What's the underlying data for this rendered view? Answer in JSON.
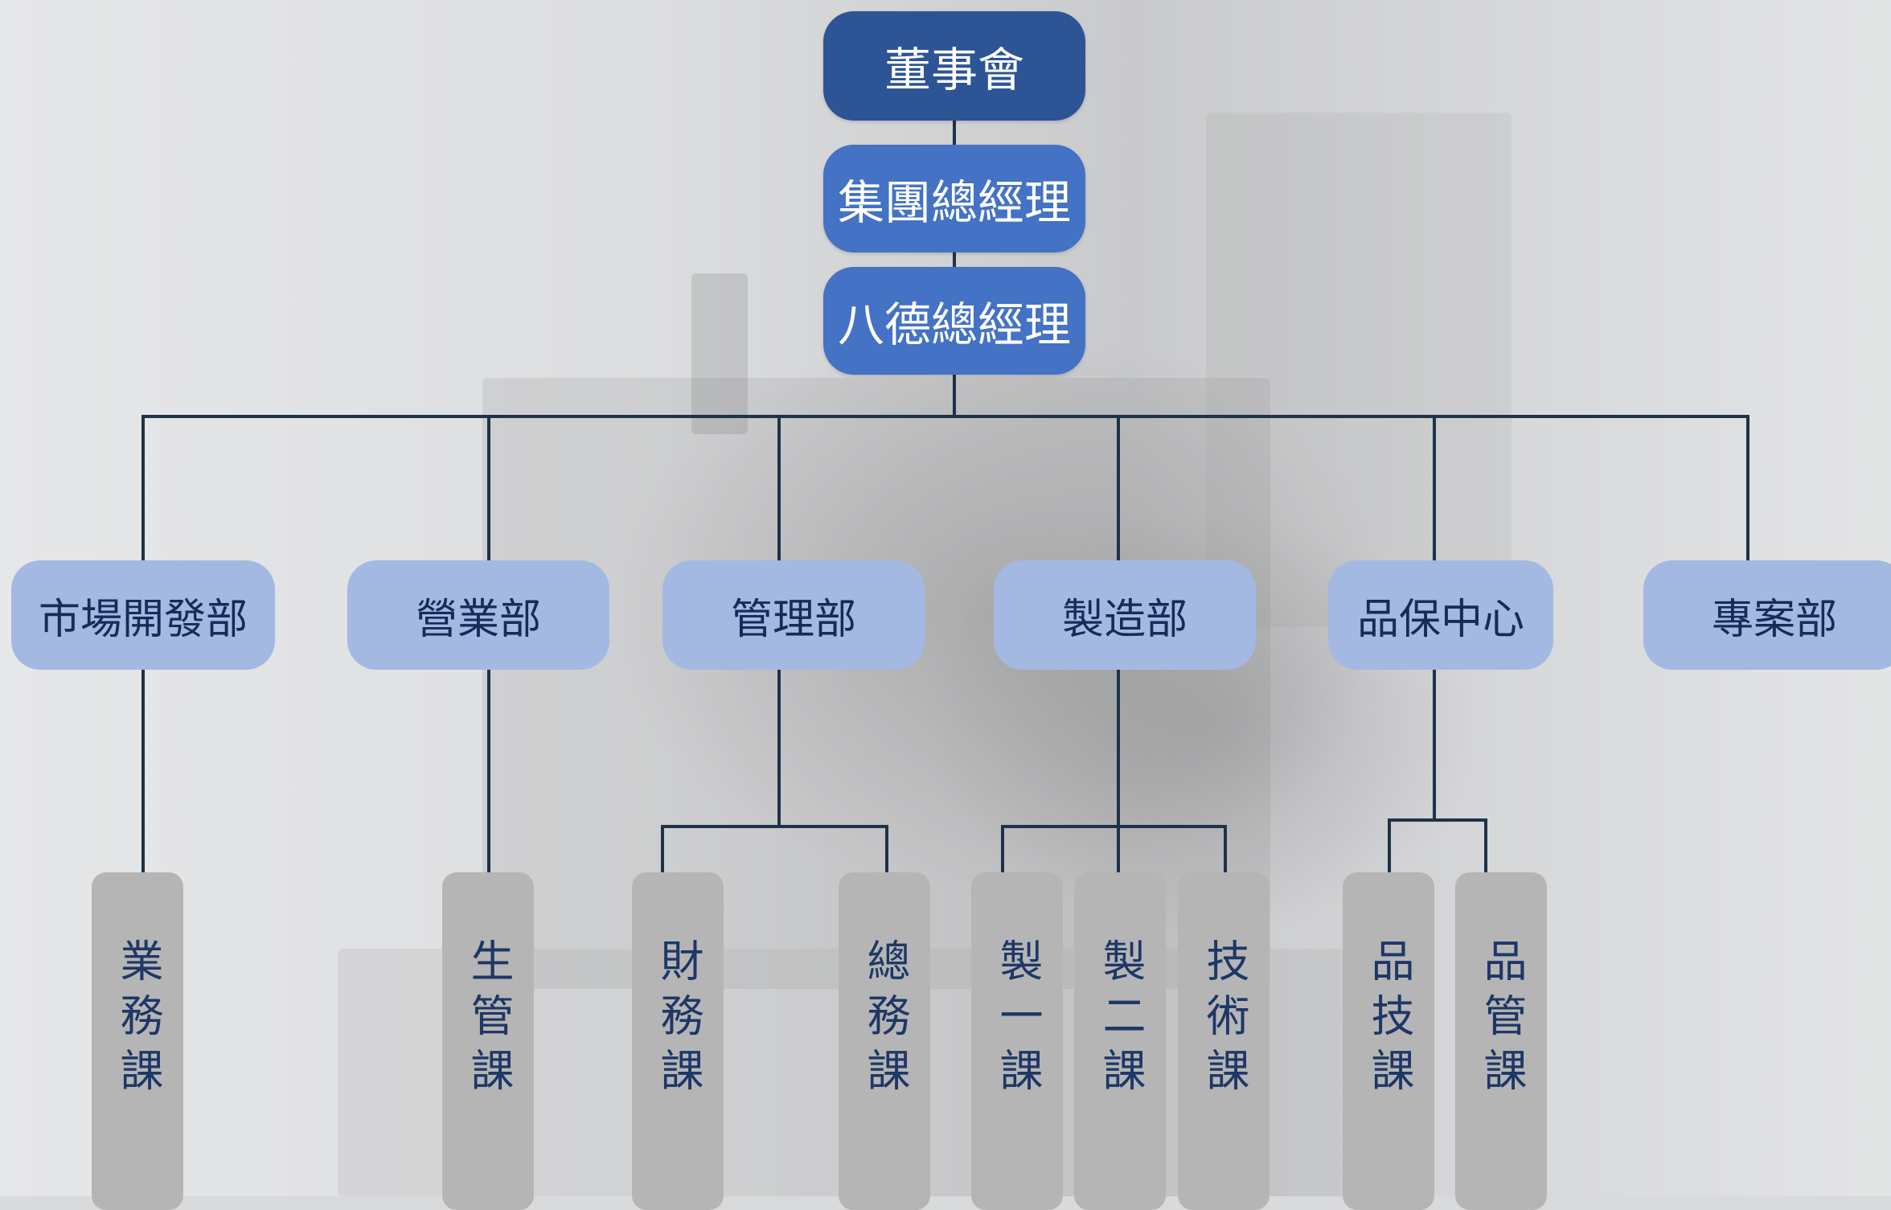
{
  "colors": {
    "line": "#1f3247",
    "top_dark": "#2d5495",
    "top_mid": "#4472c4",
    "dept_bg": "#a3b9e2",
    "section_bg": "#b5b5b6"
  },
  "top": {
    "board": "董事會",
    "group_gm": "集團總經理",
    "bade_gm": "八德總經理"
  },
  "departments": [
    {
      "label": "市場開發部",
      "sections": [
        "業務課"
      ]
    },
    {
      "label": "營業部",
      "sections": [
        "生管課"
      ]
    },
    {
      "label": "管理部",
      "sections": [
        "財務課",
        "總務課"
      ]
    },
    {
      "label": "製造部",
      "sections": [
        "製一課",
        "製二課",
        "技術課"
      ]
    },
    {
      "label": "品保中心",
      "sections": [
        "品技課",
        "品管課"
      ]
    },
    {
      "label": "專案部",
      "sections": []
    }
  ]
}
